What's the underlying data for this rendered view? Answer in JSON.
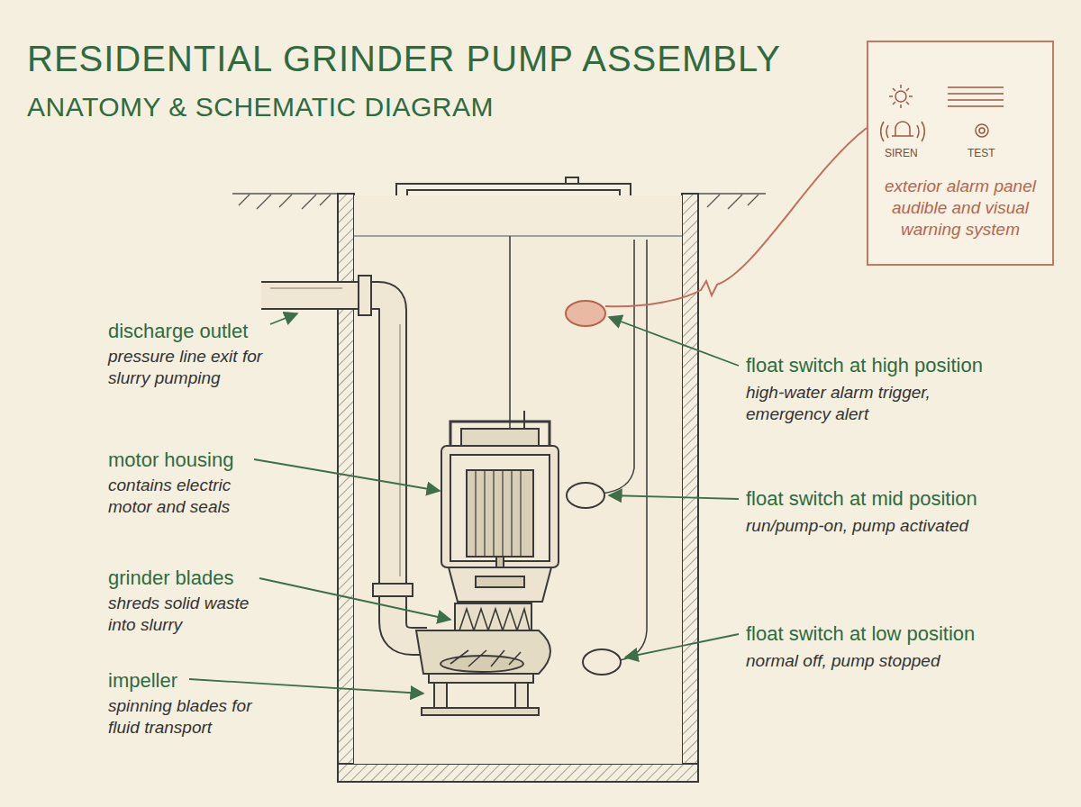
{
  "diagram": {
    "title": "RESIDENTIAL GRINDER PUMP ASSEMBLY",
    "nodes": [
      {
        "text": [
          "SIREN",
          "TEST",
          "exterior alarm panel",
          "audible and visual warning system"
        ]
      }
    ],
    "labels": [
      "ANATOMY & SCHEMATIC DIAGRAM",
      "discharge outlet",
      "pressure line exit for slurry pumping",
      "motor housing",
      "contains electric motor and seals",
      "grinder blades",
      "shreds solid waste into slurry",
      "impeller",
      "spinning blades for fluid transport",
      "float switch at high position",
      "high-water alarm trigger, emergency alert",
      "float switch at mid position",
      "run/pump-on, pump activated",
      "float switch at low position",
      "normal off, pump stopped"
    ]
  }
}
